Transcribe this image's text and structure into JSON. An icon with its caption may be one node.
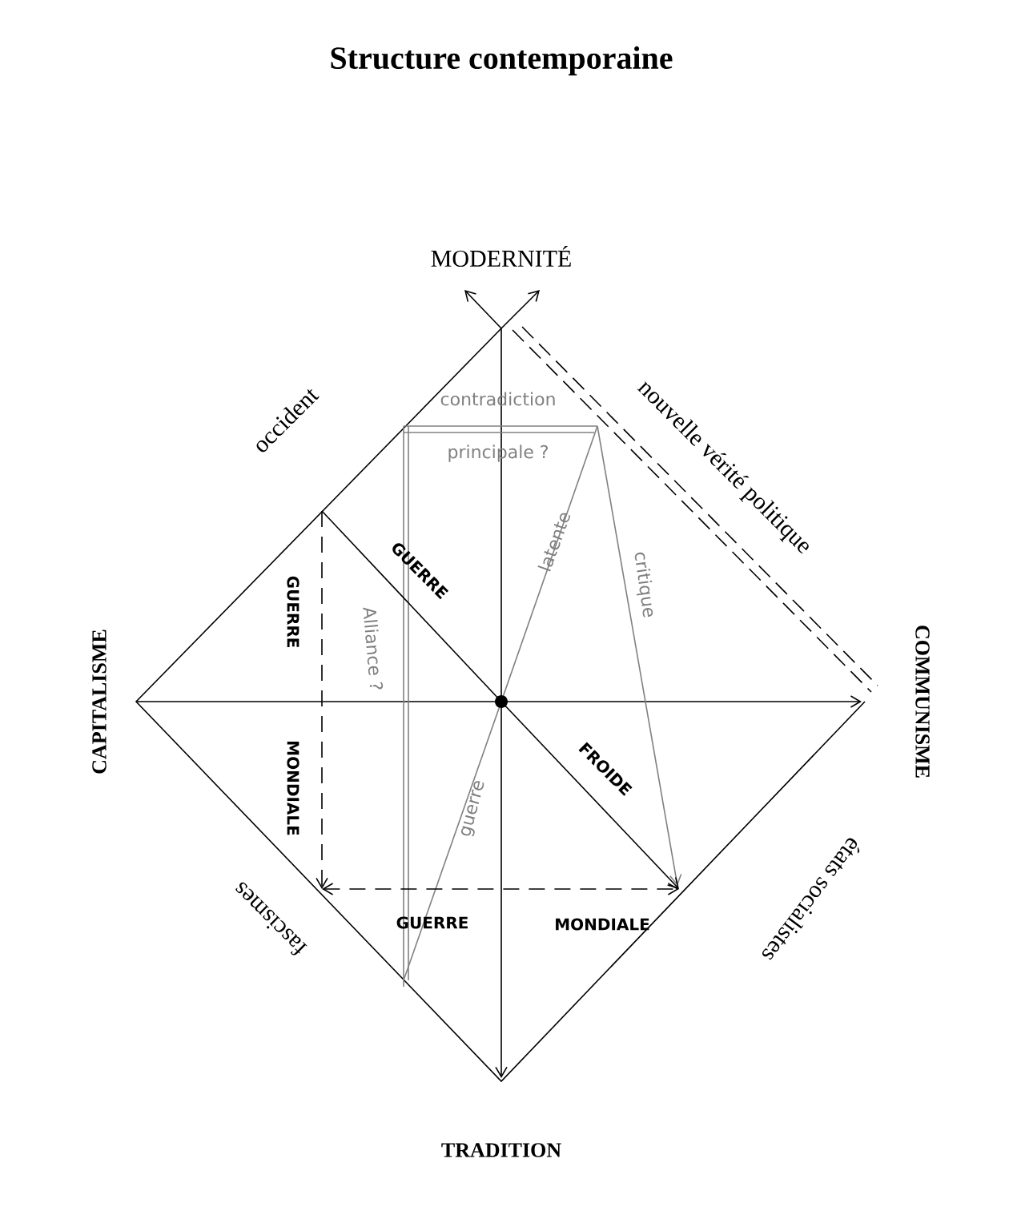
{
  "diagram": {
    "title": "Structure contemporaine",
    "labels": [
      "MODERNITÉ",
      "occident",
      "nouvelle vérité politique",
      "contradiction",
      "principale ?",
      "CAPITALISME",
      "COMMUNISME",
      "GUERRE",
      "GUERRE",
      "MONDIALE",
      "Alliance ?",
      "latente",
      "critique",
      "FROIDE",
      "guerre",
      "fascismes",
      "états socialistes",
      "GUERRE",
      "MONDIALE",
      "TRADITION"
    ]
  }
}
